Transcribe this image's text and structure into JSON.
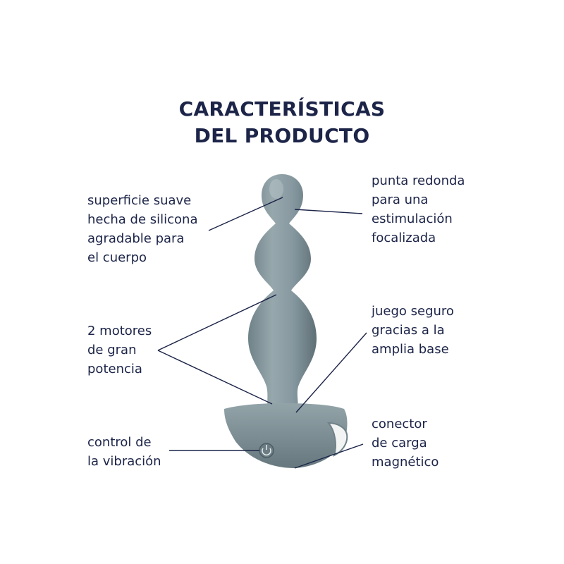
{
  "title": {
    "line1": "CARACTERÍSTICAS",
    "line2": "DEL PRODUCTO"
  },
  "features": {
    "surface": [
      "superficie suave",
      "hecha de silicona",
      "agradable para",
      "el cuerpo"
    ],
    "tip": [
      "punta redonda",
      "para una",
      "estimulación",
      "focalizada"
    ],
    "motors": [
      "2 motores",
      "de gran",
      "potencia"
    ],
    "base": [
      "juego seguro",
      "gracias a la",
      "amplia base"
    ],
    "control": [
      "control de",
      "la vibración"
    ],
    "charging": [
      "conector",
      "de carga",
      "magnético"
    ]
  },
  "colors": {
    "text": "#1c2448",
    "product": "#7f9197",
    "product_shadow": "#5e7076",
    "product_highlight": "#a9b8bd",
    "lines": "#1c2448"
  },
  "icons": {
    "control_button": "power-button-icon"
  }
}
